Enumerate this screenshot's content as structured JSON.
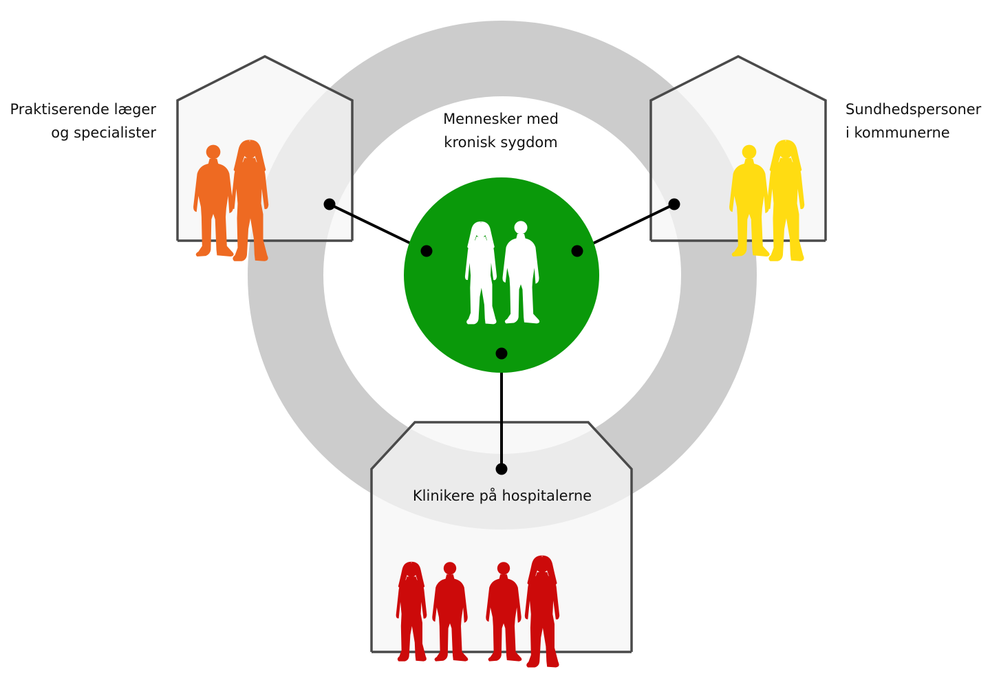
{
  "labels": {
    "left": {
      "line1": "Praktiserende læger",
      "line2": "og specialister"
    },
    "right": {
      "line1": "Sundhedspersoner",
      "line2": "i kommunerne"
    },
    "center": {
      "line1": "Mennesker med",
      "line2": "kronisk sygdom"
    },
    "bottom": {
      "line1": "Klinikere på hospitalerne"
    }
  },
  "colors": {
    "ring": "#cccccc",
    "house_fill": "#f5f5f5",
    "house_stroke": "#4a4a4a",
    "center_circle": "#0a990a",
    "people_left": "#ee6a22",
    "people_right": "#ffdc12",
    "people_bottom": "#cc0a0a",
    "people_center": "#ffffff",
    "connector": "#000000"
  },
  "icons": {
    "people": "person-silhouette-icon",
    "connector_dot": "connector-dot-icon"
  }
}
